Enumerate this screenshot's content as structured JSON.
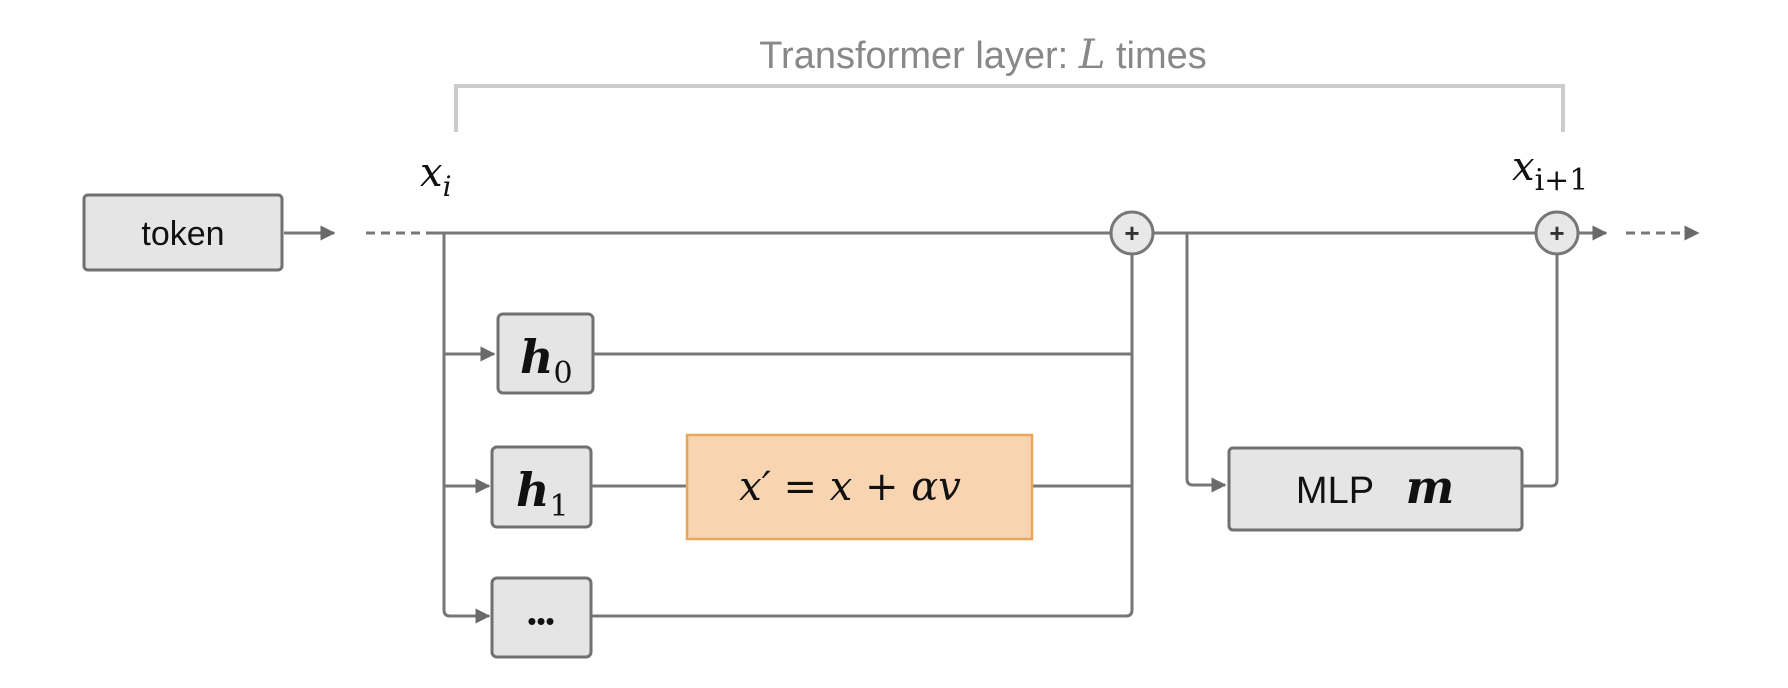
{
  "title": {
    "prefix": "Transformer layer:",
    "variable": "L",
    "suffix": "times"
  },
  "input": {
    "label": "token"
  },
  "labels": {
    "x_i": {
      "base": "x",
      "sub": "i"
    },
    "x_next": {
      "base": "x",
      "sub": "i+1"
    }
  },
  "heads": [
    {
      "base": "h",
      "sub": "0"
    },
    {
      "base": "h",
      "sub": "1"
    },
    {
      "base": "•••",
      "sub": ""
    }
  ],
  "steering": {
    "equation": "x′ = x + αv"
  },
  "mlp": {
    "label": "MLP",
    "variable": "m"
  },
  "adders": [
    "+",
    "+"
  ],
  "colors": {
    "box_fill": "#e5e5e5",
    "box_stroke": "#707070",
    "wire": "#777777",
    "steering_fill": "#f8d5b0",
    "steering_stroke": "#eaa75a",
    "title": "#888888",
    "bracket": "#cccccc"
  }
}
